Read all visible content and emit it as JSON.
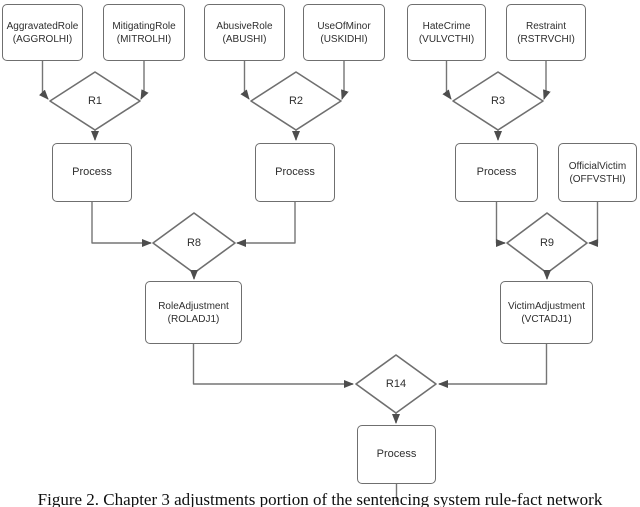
{
  "figure": {
    "caption": "Figure 2. Chapter 3 adjustments portion of the sentencing system rule-fact network"
  },
  "nodes": {
    "aggravated_role": {
      "label": "AggravatedRole",
      "code": "(AGGROLHI)"
    },
    "mitigating_role": {
      "label": "MitigatingRole",
      "code": "(MITROLHI)"
    },
    "abusive_role": {
      "label": "AbusiveRole",
      "code": "(ABUSHI)"
    },
    "use_of_minor": {
      "label": "UseOfMinor",
      "code": "(USKIDHI)"
    },
    "hate_crime": {
      "label": "HateCrime",
      "code": "(VULVCTHI)"
    },
    "restraint": {
      "label": "Restraint",
      "code": "(RSTRVCHI)"
    },
    "official_victim": {
      "label": "OfficialVictim",
      "code": "(OFFVSTHI)"
    },
    "process_left": {
      "label": "Process"
    },
    "process_mid": {
      "label": "Process"
    },
    "process_right": {
      "label": "Process"
    },
    "process_bottom": {
      "label": "Process"
    },
    "role_adjustment": {
      "label": "RoleAdjustment",
      "code": "(ROLADJ1)"
    },
    "victim_adjustment": {
      "label": "VictimAdjustment",
      "code": "(VCTADJ1)"
    }
  },
  "rules": {
    "r1": "R1",
    "r2": "R2",
    "r3": "R3",
    "r8": "R8",
    "r9": "R9",
    "r14": "R14"
  },
  "colors": {
    "node_border": "#6f6f6f",
    "connector": "#757575",
    "arrowhead": "#4d4d4d",
    "node_text": "#2e2e2e",
    "caption_text": "#0f0f0f",
    "background": "#ffffff"
  }
}
